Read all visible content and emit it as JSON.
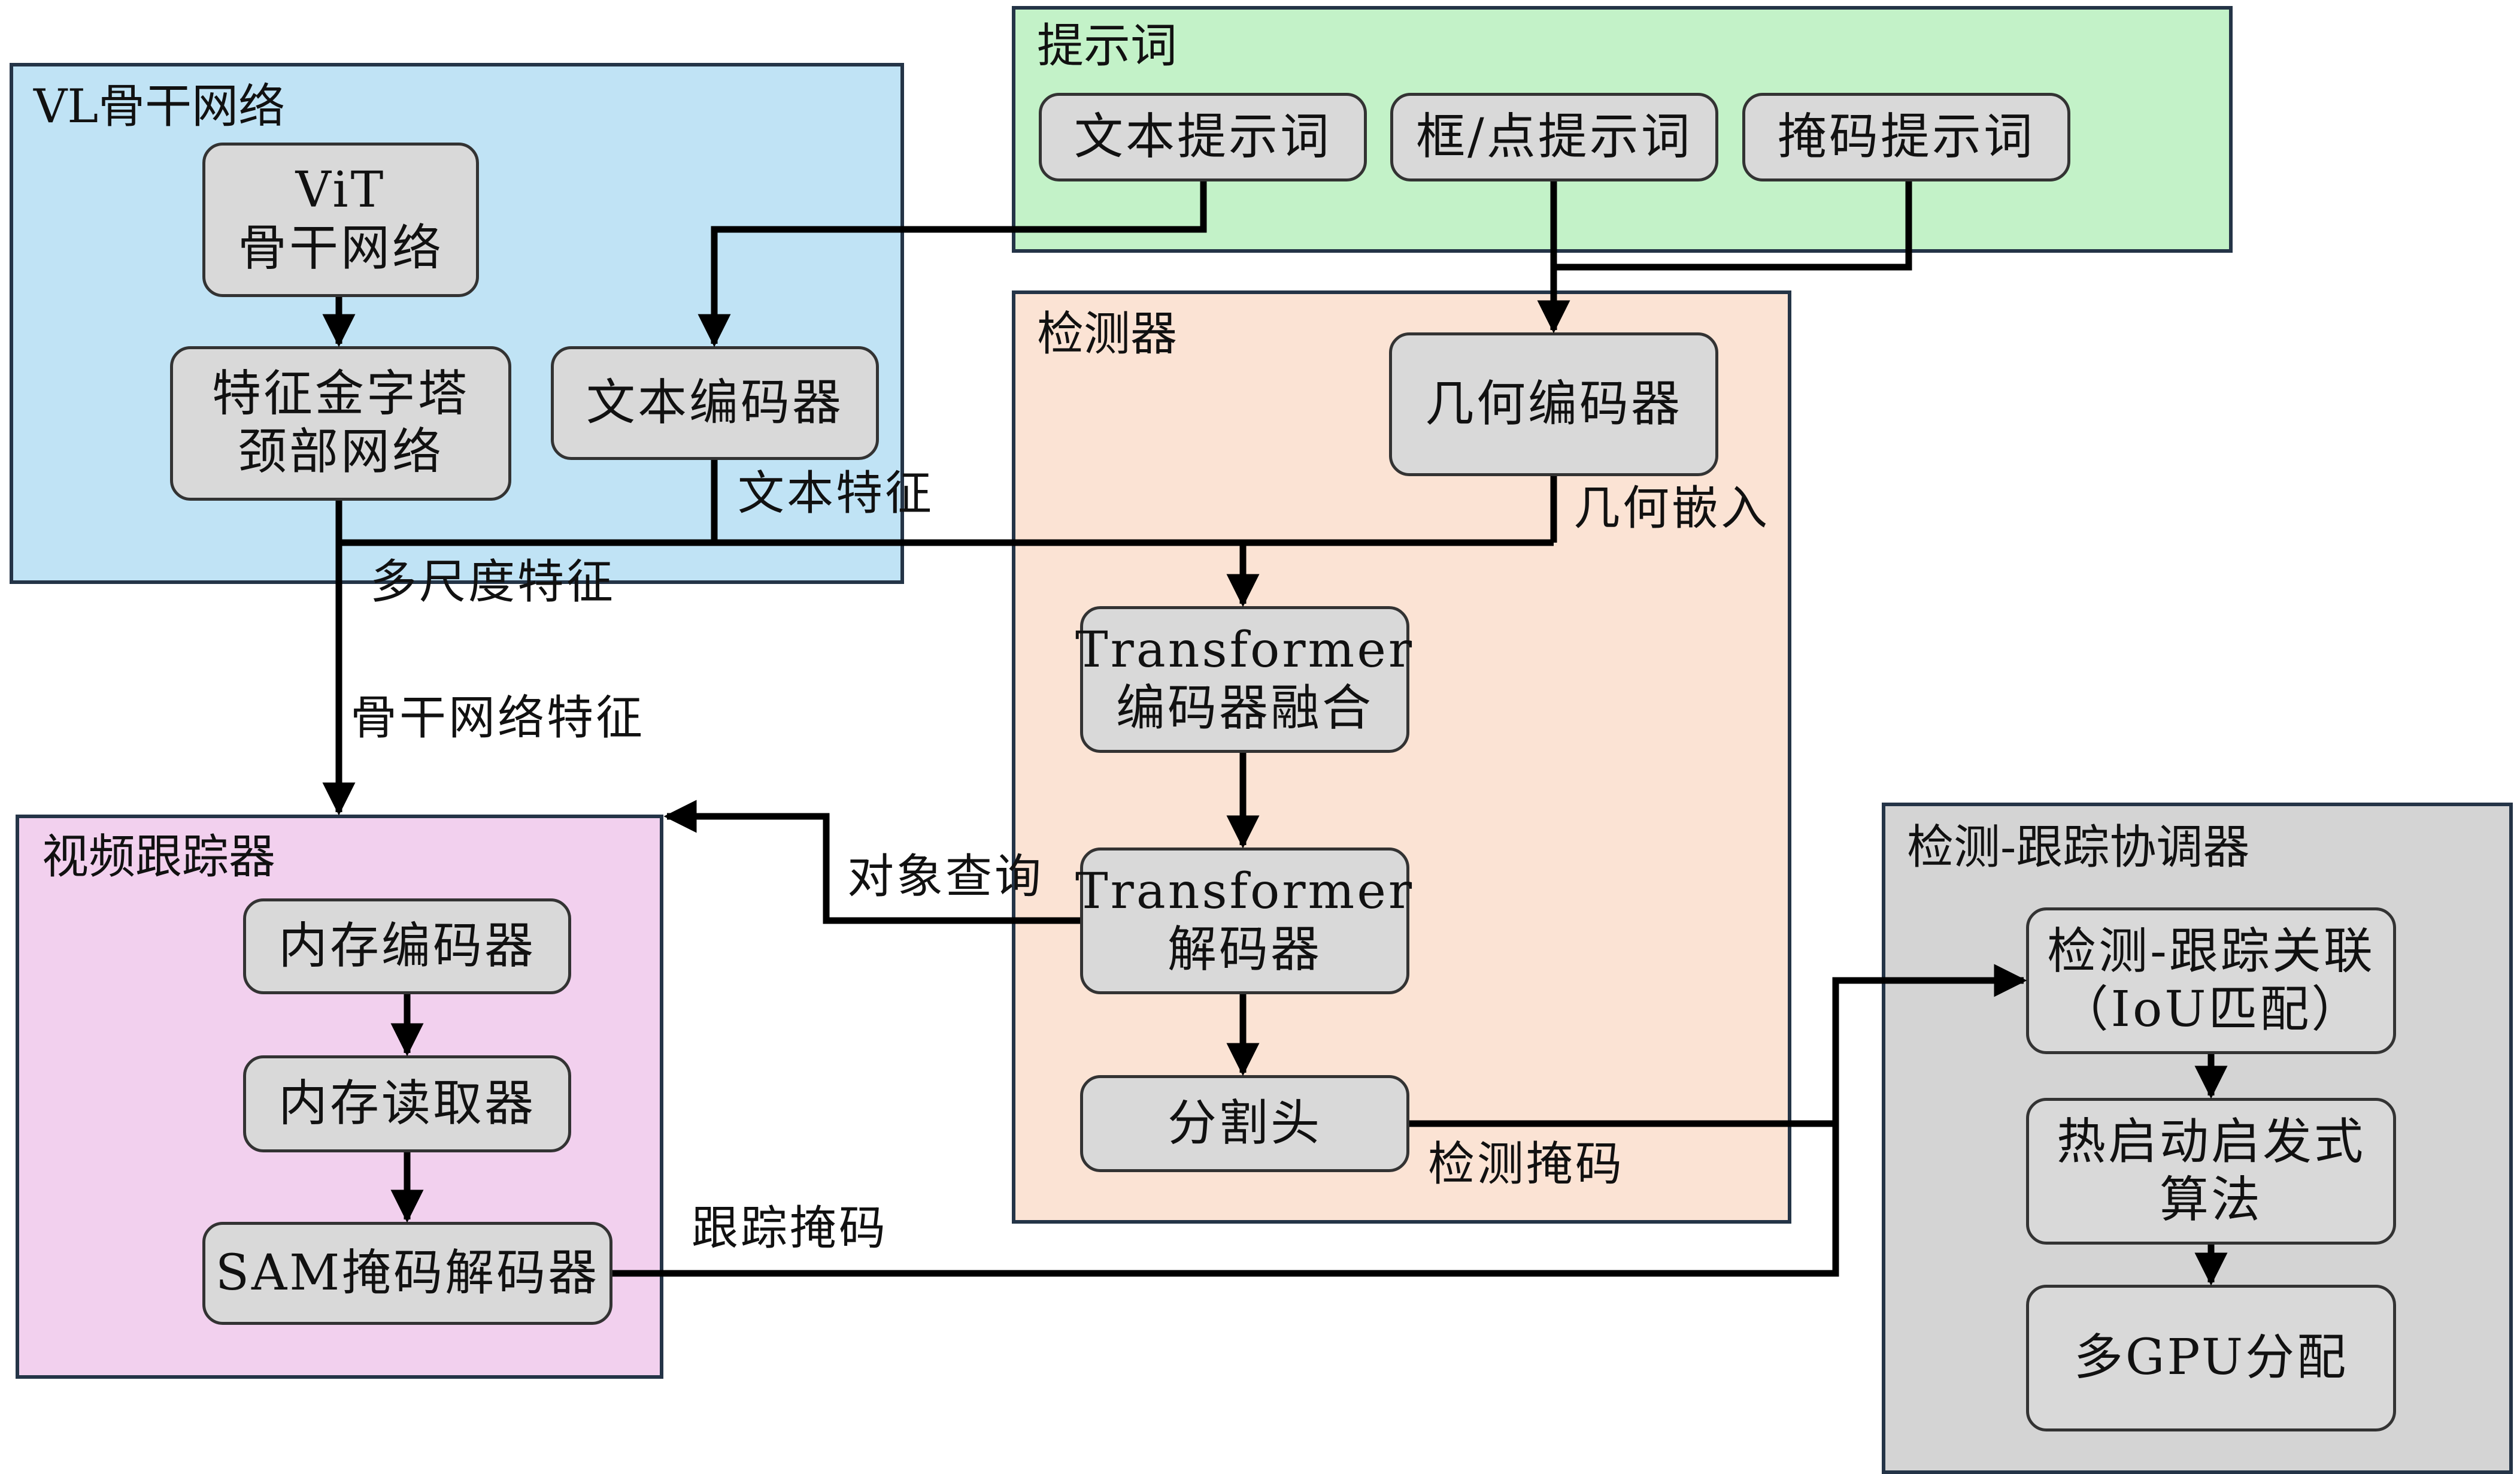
{
  "groups": {
    "vl_backbone": {
      "title": "VL骨干网络",
      "color": "#c0e3f5"
    },
    "prompts": {
      "title": "提示词",
      "color": "#c3f2c8"
    },
    "detector": {
      "title": "检测器",
      "color": "#fbe3d4"
    },
    "video_tracker": {
      "title": "视频跟踪器",
      "color": "#f2d0ee"
    },
    "coordinator": {
      "title": "检测-跟踪协调器",
      "color": "#d4d4d4"
    }
  },
  "nodes": {
    "vit": {
      "line1": "ViT",
      "line2": "骨干网络"
    },
    "fpn": {
      "line1": "特征金字塔",
      "line2": "颈部网络"
    },
    "text_encoder": {
      "line1": "文本编码器"
    },
    "text_prompt": {
      "line1": "文本提示词"
    },
    "box_point_prompt": {
      "line1": "框/点提示词"
    },
    "mask_prompt": {
      "line1": "掩码提示词"
    },
    "geometry_encoder": {
      "line1": "几何编码器"
    },
    "transformer_encoder": {
      "line1": "Transformer",
      "line2": "编码器融合"
    },
    "transformer_decoder": {
      "line1": "Transformer",
      "line2": "解码器"
    },
    "seg_head": {
      "line1": "分割头"
    },
    "memory_encoder": {
      "line1": "内存编码器"
    },
    "memory_reader": {
      "line1": "内存读取器"
    },
    "sam_decoder": {
      "line1": "SAM掩码解码器"
    },
    "association": {
      "line1": "检测-跟踪关联",
      "line2": "（IoU匹配）"
    },
    "warm_start": {
      "line1": "热启动启发式",
      "line2": "算法"
    },
    "multi_gpu": {
      "line1": "多GPU分配"
    }
  },
  "edge_labels": {
    "text_features": "文本特征",
    "geometry_embedding": "几何嵌入",
    "multiscale_features": "多尺度特征",
    "backbone_features": "骨干网络特征",
    "object_queries": "对象查询",
    "detection_masks": "检测掩码",
    "tracking_masks": "跟踪掩码"
  }
}
